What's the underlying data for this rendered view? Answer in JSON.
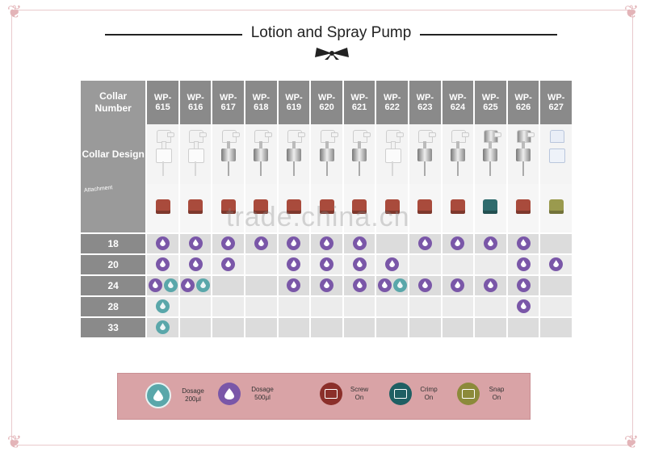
{
  "title": "Lotion and Spray Pump",
  "watermark": "trade.china.cn",
  "table": {
    "header_label": "Collar Number",
    "design_label": "Collar Design",
    "attachment_label": "Attachment",
    "models": [
      "WP-615",
      "WP-616",
      "WP-617",
      "WP-618",
      "WP-619",
      "WP-620",
      "WP-621",
      "WP-622",
      "WP-623",
      "WP-624",
      "WP-625",
      "WP-626",
      "WP-627"
    ],
    "pump_styles": [
      "white",
      "white",
      "silver",
      "silver",
      "silver",
      "silver",
      "silver",
      "white",
      "silver",
      "silver",
      "spray",
      "spray",
      "mist"
    ],
    "attachment_colors": [
      "#a94b3c",
      "#a94b3c",
      "#a94b3c",
      "#a94b3c",
      "#a94b3c",
      "#a94b3c",
      "#a94b3c",
      "#a94b3c",
      "#a94b3c",
      "#a94b3c",
      "#2f6b6d",
      "#a94b3c",
      "#9a9a4e"
    ],
    "rows": [
      {
        "size": "18",
        "cells": [
          [
            "big"
          ],
          [
            "big"
          ],
          [
            "big"
          ],
          [
            "big"
          ],
          [
            "big"
          ],
          [
            "big"
          ],
          [
            "big"
          ],
          [],
          [
            "big"
          ],
          [
            "big"
          ],
          [
            "big"
          ],
          [
            "big"
          ],
          []
        ]
      },
      {
        "size": "20",
        "cells": [
          [
            "big"
          ],
          [
            "big"
          ],
          [
            "big"
          ],
          [],
          [
            "big"
          ],
          [
            "big"
          ],
          [
            "big"
          ],
          [
            "big"
          ],
          [],
          [],
          [],
          [
            "big"
          ],
          [
            "big"
          ]
        ]
      },
      {
        "size": "24",
        "cells": [
          [
            "big",
            "small"
          ],
          [
            "big",
            "small"
          ],
          [],
          [],
          [
            "big"
          ],
          [
            "big"
          ],
          [
            "big"
          ],
          [
            "big",
            "small"
          ],
          [
            "big"
          ],
          [
            "big"
          ],
          [
            "big"
          ],
          [
            "big"
          ],
          []
        ]
      },
      {
        "size": "28",
        "cells": [
          [
            "small"
          ],
          [],
          [],
          [],
          [],
          [],
          [],
          [],
          [],
          [],
          [],
          [
            "big"
          ],
          []
        ]
      },
      {
        "size": "33",
        "cells": [
          [
            "small"
          ],
          [],
          [],
          [],
          [],
          [],
          [],
          [],
          [],
          [],
          [],
          [],
          []
        ]
      }
    ]
  },
  "legend": {
    "dosage_small": "Dosage 200μl",
    "dosage_large": "Dosage 500μl",
    "screw": "Screw On",
    "crimp": "Crimp On",
    "snap": "Snap On",
    "colors": {
      "small": "#5aa7aa",
      "large": "#7a57a8",
      "screw": "#8b2f2a",
      "crimp": "#1f5f63",
      "snap": "#8c8a3a"
    }
  }
}
